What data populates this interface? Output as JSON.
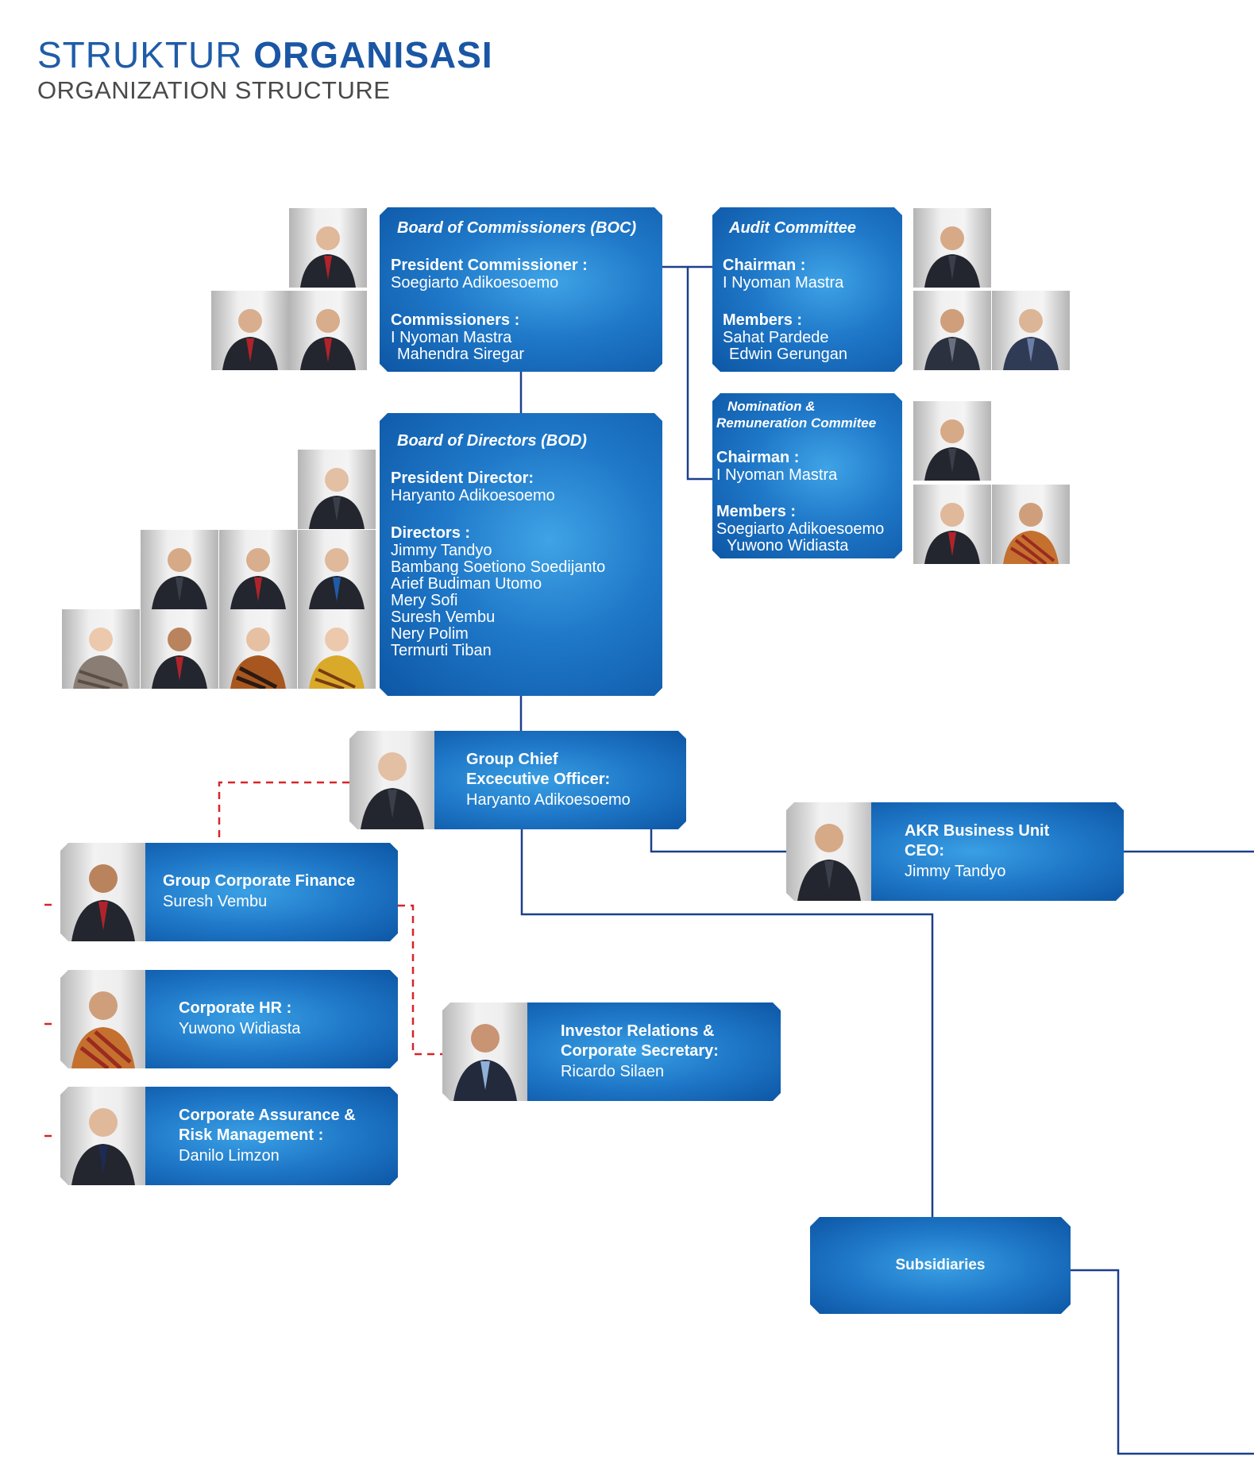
{
  "header": {
    "title_light": "STRUKTUR",
    "title_bold": "ORGANISASI",
    "subtitle": "ORGANIZATION STRUCTURE"
  },
  "boc": {
    "heading": "Board of Commissioners (BOC)",
    "president_label": "President Commissioner :",
    "president": "Soegiarto Adikoesoemo",
    "members_label": "Commissioners :",
    "members": [
      "I Nyoman Mastra",
      "Mahendra Siregar"
    ]
  },
  "audit": {
    "heading": "Audit Committee",
    "chair_label": "Chairman :",
    "chair": "I Nyoman Mastra",
    "members_label": "Members :",
    "members": [
      "Sahat Pardede",
      "Edwin Gerungan"
    ]
  },
  "nomination": {
    "heading_line1": "Nomination &",
    "heading_line2": "Remuneration Commitee",
    "chair_label": "Chairman :",
    "chair": "I Nyoman Mastra",
    "members_label": "Members :",
    "members": [
      "Soegiarto Adikoesoemo",
      "Yuwono Widiasta"
    ]
  },
  "bod": {
    "heading": "Board of Directors (BOD)",
    "president_label": "President Director:",
    "president": "Haryanto Adikoesoemo",
    "directors_label": "Directors :",
    "directors": [
      "Jimmy Tandyo",
      "Bambang Soetiono Soedijanto",
      "Arief Budiman Utomo",
      "Mery Sofi",
      "Suresh Vembu",
      "Nery Polim",
      "Termurti Tiban"
    ]
  },
  "ceo": {
    "label_line1": "Group Chief",
    "label_line2": "Excecutive Officer:",
    "name": "Haryanto Adikoesoemo"
  },
  "akr": {
    "label_line1": "AKR Business Unit",
    "label_line2": "CEO:",
    "name": "Jimmy Tandyo"
  },
  "finance": {
    "label": "Group Corporate Finance",
    "name": "Suresh Vembu"
  },
  "hr": {
    "label": "Corporate HR :",
    "name": "Yuwono Widiasta"
  },
  "assurance": {
    "label_line1": "Corporate Assurance &",
    "label_line2": "Risk Management :",
    "name": "Danilo Limzon"
  },
  "investor": {
    "label_line1": "Investor Relations &",
    "label_line2": "Corporate Secretary:",
    "name": "Ricardo Silaen"
  },
  "subsidiaries": {
    "label": "Subsidiaries"
  },
  "colors": {
    "line_solid": "#1c3f8c",
    "line_dashed": "#d7242a",
    "box_dark": "#0d56a5",
    "box_light": "#3fa3e6"
  }
}
